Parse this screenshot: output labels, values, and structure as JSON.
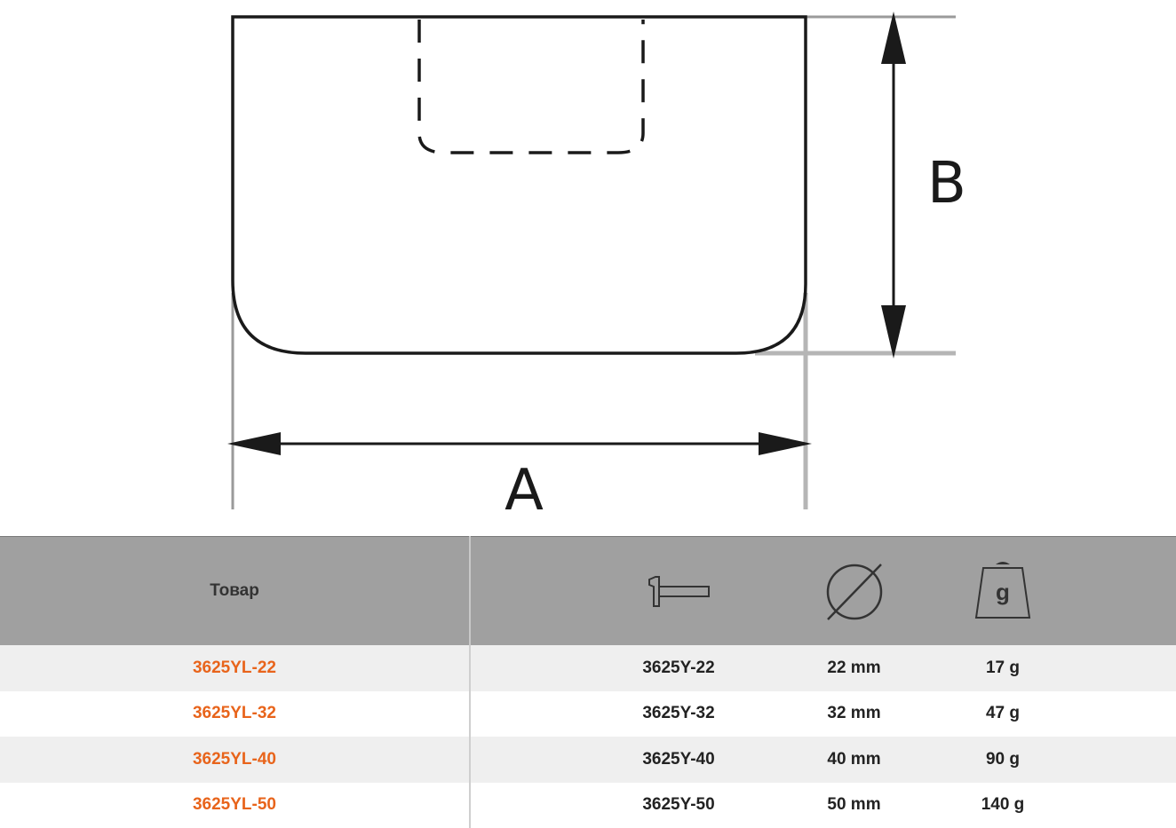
{
  "drawing": {
    "label_a": "A",
    "label_b": "B"
  },
  "table": {
    "header": {
      "product": "Товар",
      "weight_unit_on_icon": "g"
    },
    "icons": [
      "hammer-icon",
      "diameter-icon",
      "weight-icon"
    ],
    "rows": [
      {
        "product": "3625YL-22",
        "ref": "3625Y-22",
        "diameter": "22 mm",
        "weight": "17 g"
      },
      {
        "product": "3625YL-32",
        "ref": "3625Y-32",
        "diameter": "32 mm",
        "weight": "47 g"
      },
      {
        "product": "3625YL-40",
        "ref": "3625Y-40",
        "diameter": "40 mm",
        "weight": "90 g"
      },
      {
        "product": "3625YL-50",
        "ref": "3625Y-50",
        "diameter": "50 mm",
        "weight": "140 g"
      }
    ],
    "colors": {
      "header_bg": "#a0a0a0",
      "product_link": "#e8641b",
      "row_alt": "#efefef"
    }
  }
}
